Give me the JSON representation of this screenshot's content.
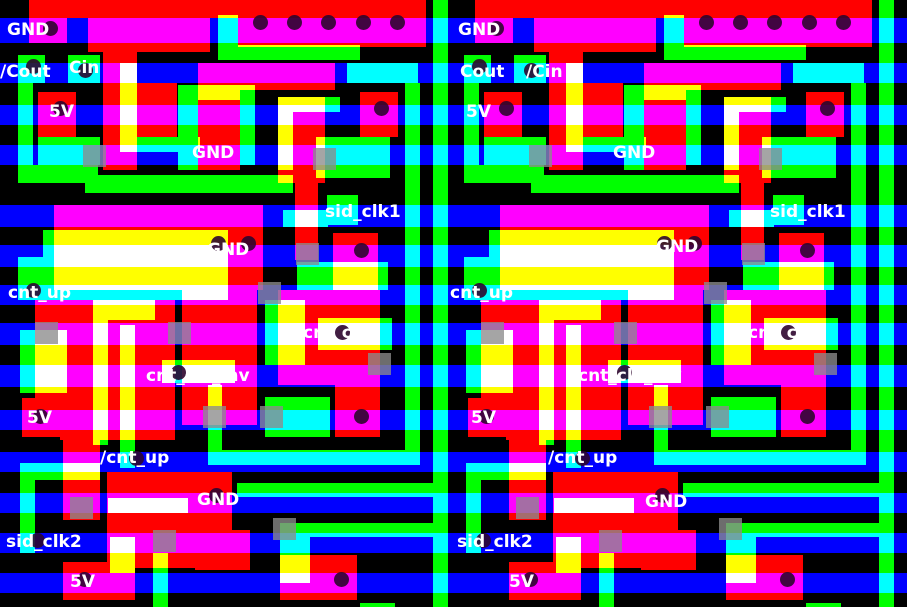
{
  "view": "layout",
  "layer_colors": {
    "poly": "#ff0000",
    "diffusion": "#00ff00",
    "metal": "#0000ff",
    "contact": "#8c8c8c",
    "via": "#2d052d"
  },
  "left_cell": {
    "labels": [
      "GND",
      "/Cout",
      "Cin",
      "5V",
      "GND",
      "sid_clk1",
      "GND",
      "cnt_up",
      "cnt_clk",
      "cnt_clk_inv",
      "5V",
      "/cnt_up",
      "GND",
      "sid_clk2",
      "5V"
    ]
  },
  "right_cell": {
    "labels": [
      "GND",
      "Cout",
      "/Cin",
      "5V",
      "GND",
      "sid_clk1",
      "GND",
      "cnt_up",
      "cnt_clk",
      "cnt_clk_inv",
      "5V",
      "/cnt_up",
      "GND",
      "sid_clk2",
      "5V"
    ]
  }
}
